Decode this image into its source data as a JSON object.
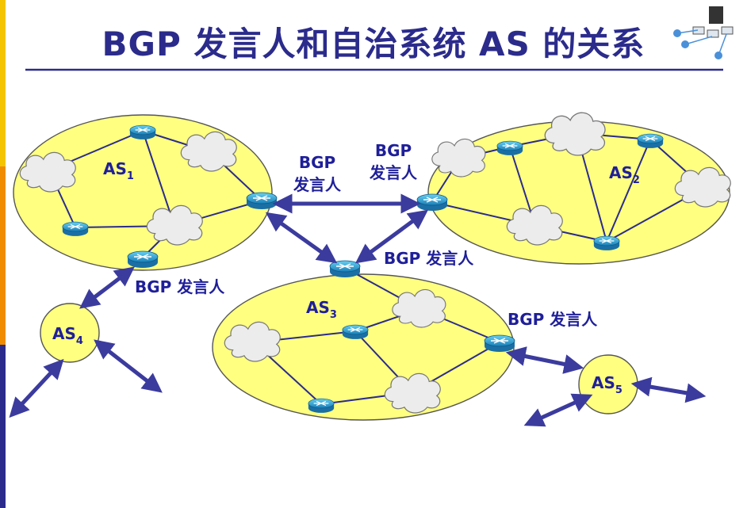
{
  "title": "BGP 发言人和自治系统 AS 的关系",
  "as_labels": {
    "as1": {
      "main": "AS",
      "sub": "1"
    },
    "as2": {
      "main": "AS",
      "sub": "2"
    },
    "as3": {
      "main": "AS",
      "sub": "3"
    },
    "as4": {
      "main": "AS",
      "sub": "4"
    },
    "as5": {
      "main": "AS",
      "sub": "5"
    }
  },
  "speaker_labels": {
    "top_left_line1": "BGP",
    "top_left_line2": "发言人",
    "top_right_line1": "BGP",
    "top_right_line2": "发言人",
    "center": "BGP 发言人",
    "left": "BGP 发言人",
    "right": "BGP 发言人"
  },
  "colors": {
    "title": "#2b2b8c",
    "label": "#1f1f99",
    "as_fill": "#ffff80",
    "arrow": "#3b3b9e",
    "sidebar_yellow": "#f5c400",
    "sidebar_orange": "#f08c00",
    "sidebar_blue": "#2b2b8c"
  },
  "icons": [
    "router-icon",
    "cloud-icon",
    "network-logo-icon"
  ]
}
